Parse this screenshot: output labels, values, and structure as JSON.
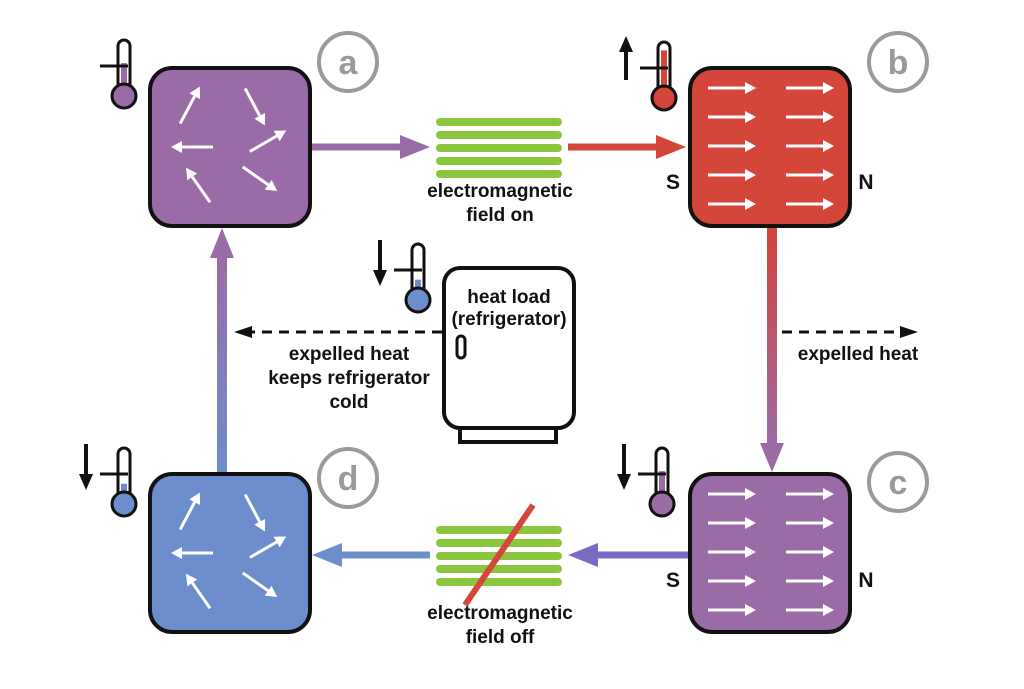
{
  "panels": {
    "a": {
      "letter": "a",
      "state": "random",
      "color": "#9a6ba6"
    },
    "b": {
      "letter": "b",
      "state": "aligned",
      "color": "#d4453a",
      "pole_s": "S",
      "pole_n": "N"
    },
    "c": {
      "letter": "c",
      "state": "aligned",
      "color": "#9a6ba6",
      "pole_s": "S",
      "pole_n": "N"
    },
    "d": {
      "letter": "d",
      "state": "random",
      "color": "#6d8ecc"
    }
  },
  "field_on": {
    "line1": "electromagnetic",
    "line2": "field on",
    "color": "#8cc63f"
  },
  "field_off": {
    "line1": "electromagnetic",
    "line2": "field off",
    "color": "#8cc63f",
    "slash_color": "#d4453a"
  },
  "heat_load": {
    "line1": "heat load",
    "line2": "(refrigerator)"
  },
  "expelled_left": {
    "line1": "expelled heat",
    "line2": "keeps refrigerator",
    "line3": "cold"
  },
  "expelled_right": {
    "label": "expelled heat"
  },
  "thermometers": {
    "a": {
      "level": "medium",
      "trend": "none",
      "color": "#9a6ba6"
    },
    "b": {
      "level": "high",
      "trend": "up",
      "color": "#d4453a"
    },
    "c": {
      "level": "medium",
      "trend": "down",
      "color": "#9a6ba6"
    },
    "d": {
      "level": "low",
      "trend": "down",
      "color": "#6d8ecc"
    },
    "fridge": {
      "level": "low",
      "trend": "down",
      "color": "#6d8ecc"
    }
  },
  "colors": {
    "purple": "#9a6ba6",
    "red": "#d4453a",
    "blue": "#6d8ecc",
    "violet": "#7b6ac4",
    "green": "#8cc63f"
  }
}
